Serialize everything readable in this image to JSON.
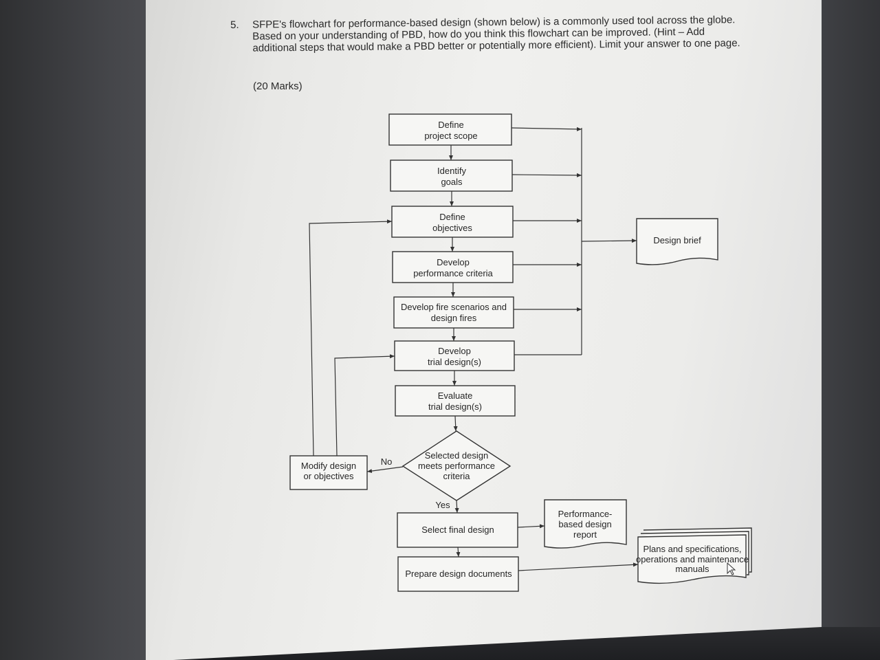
{
  "question": {
    "number": "5.",
    "text": "SFPE's flowchart for performance-based design (shown below) is a commonly used tool across the globe. Based on your understanding of PBD, how do you think this flowchart can be improved. (Hint – Add additional steps that would make a PBD better or potentially more efficient). Limit your answer to one page.",
    "marks": "(20 Marks)"
  },
  "flowchart": {
    "define_scope": [
      "Define",
      "project scope"
    ],
    "identify_goals": [
      "Identify",
      "goals"
    ],
    "define_objectives": [
      "Define",
      "objectives"
    ],
    "develop_criteria": [
      "Develop",
      "performance criteria"
    ],
    "develop_scenarios": [
      "Develop fire scenarios and",
      "design fires"
    ],
    "develop_trial": [
      "Develop",
      "trial design(s)"
    ],
    "evaluate_trial": [
      "Evaluate",
      "trial design(s)"
    ],
    "decision": [
      "Selected design",
      "meets performance",
      "criteria"
    ],
    "modify": [
      "Modify design",
      "or objectives"
    ],
    "no_label": "No",
    "yes_label": "Yes",
    "select_final": "Select final design",
    "prepare_docs": "Prepare design documents",
    "design_brief": "Design brief",
    "pbd_report": [
      "Performance-",
      "based design",
      "report"
    ],
    "plans": [
      "Plans and specifications,",
      "operations and maintenance",
      "manuals"
    ]
  },
  "icons": {
    "cursor": "cursor-arrow-icon"
  }
}
